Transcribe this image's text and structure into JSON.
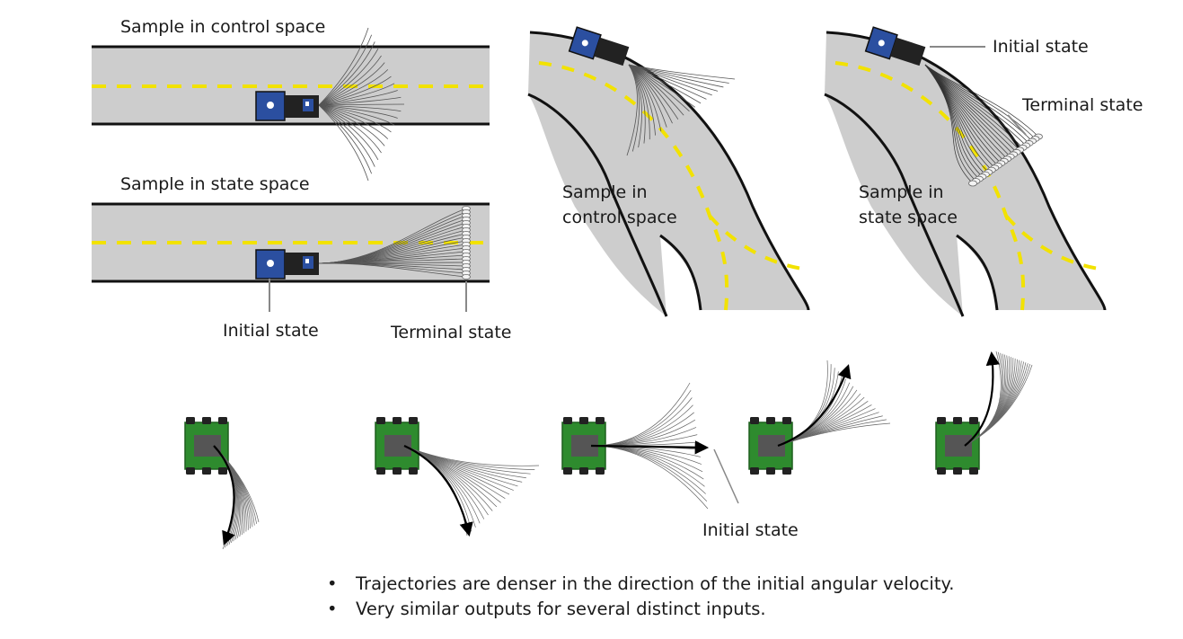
{
  "panels": {
    "straight_control": {
      "label": "Sample in control space"
    },
    "straight_state": {
      "label": "Sample in state space",
      "initial_label": "Initial state",
      "terminal_label": "Terminal state"
    },
    "curve_control": {
      "label": "Sample in\ncontrol space"
    },
    "curve_state": {
      "label": "Sample in\nstate space",
      "initial_label": "Initial state",
      "terminal_label": "Terminal state"
    },
    "robots": {
      "initial_label": "Initial state"
    }
  },
  "bullets": [
    "Trajectories are denser in the direction of the initial angular velocity.",
    "Very similar outputs for several distinct inputs."
  ],
  "colors": {
    "road": "#cdcdcd",
    "road_edge": "#111111",
    "lane_marking": "#f2e200",
    "trajectory": "#555555",
    "truck_cab": "#2b4fa0",
    "robot_body": "#2e8b2e",
    "terminal_marker": "#f3f3f3"
  }
}
